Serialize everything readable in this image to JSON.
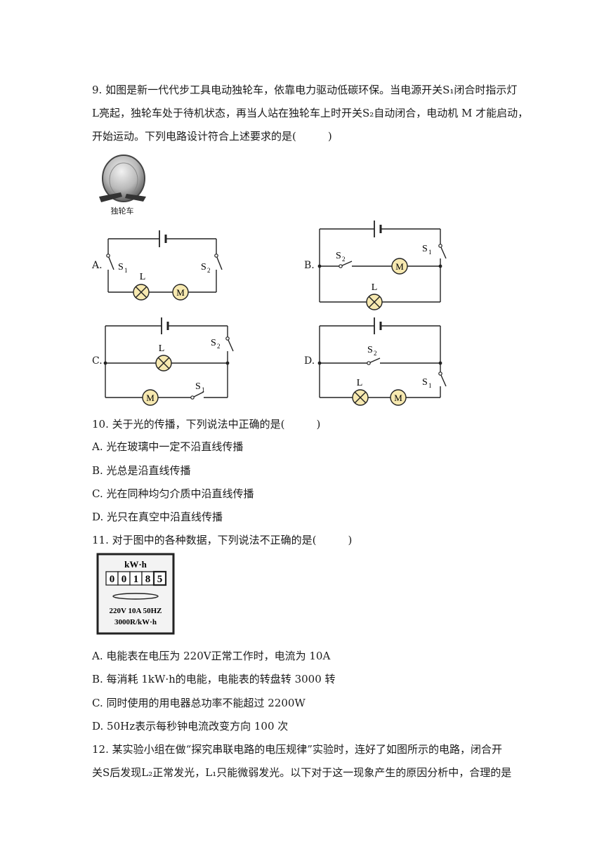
{
  "q9": {
    "lines": [
      "9. 如图是新一代代步工具电动独轮车，依靠电力驱动低碳环保。当电源开关S₁闭合时指示灯",
      "L亮起，独轮车处于待机状态，再当人站在独轮车上时开关S₂自动闭合，电动机 M 才能启动，",
      "开始运动。下列电路设计符合上述要求的是(　　　)"
    ],
    "image_caption": "独轮车",
    "options": [
      "A.",
      "B.",
      "C.",
      "D."
    ],
    "labels": {
      "s1": "S",
      "s2": "S",
      "sub1": "1",
      "sub2": "2",
      "lamp": "L",
      "motor": "M"
    }
  },
  "q10": {
    "stem": "10. 关于光的传播，下列说法中正确的是(　　　)",
    "choices": [
      "A. 光在玻璃中一定不沿直线传播",
      "B. 光总是沿直线传播",
      "C. 光在同种均匀介质中沿直线传播",
      "D. 光只在真空中沿直线传播"
    ]
  },
  "q11": {
    "stem": "11. 对于图中的各种数据，下列说法不正确的是(　　　)",
    "meter": {
      "unit": "kW·h",
      "digits": [
        "0",
        "0",
        "1",
        "8",
        "5"
      ],
      "spec1": "220V  10A  50HZ",
      "spec2": "3000R/kW·h"
    },
    "choices": [
      "A. 电能表在电压为 220V正常工作时，电流为 10A",
      "B. 每消耗 1kW·h的电能，电能表的转盘转 3000 转",
      "C. 同时使用的用电器总功率不能超过 2200W",
      "D. 50Hz表示每秒钟电流改变方向 100 次"
    ]
  },
  "q12": {
    "lines": [
      "12. 某实验小组在做“探究串联电路的电压规律”实验时，连好了如图所示的电路，闭合开",
      "关S后发现L₂正常发光，L₁只能微弱发光。以下对于这一现象产生的原因分析中，合理的是"
    ]
  }
}
